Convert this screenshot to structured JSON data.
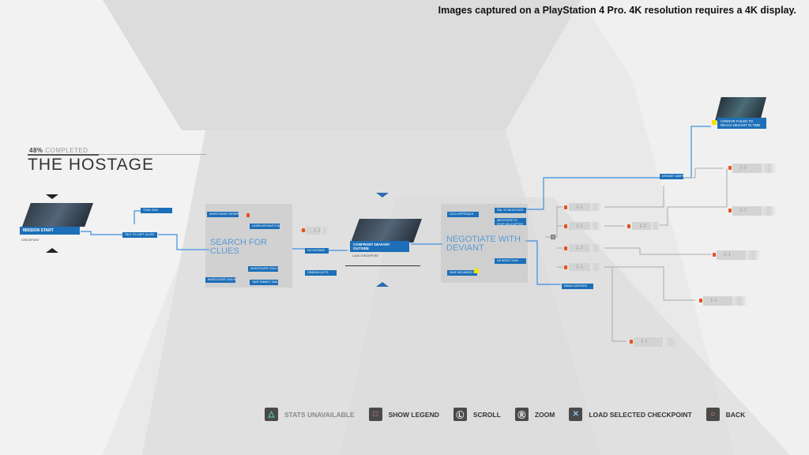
{
  "caption": "Images captured on a PlayStation 4 Pro. 4K resolution requires a 4K display.",
  "chapter": {
    "percent": "48%",
    "completed_label": "COMPLETED",
    "progress": 0.48,
    "title": "THE HOSTAGE"
  },
  "start": {
    "label": "MISSION START",
    "sub": "CHECKPOINT"
  },
  "sections": {
    "search": "SEARCH FOR CLUES",
    "negotiate": "NEGOTIATE WITH DEVIANT"
  },
  "checkpoint": {
    "label": "CONFRONT DEVIANT OUTSIDE",
    "sub": "LOAD CHECKPOINT"
  },
  "ending": {
    "label": "CONNOR FAILED TO REACH DEVIANT IN TIME"
  },
  "nodes": {
    "took_gun": "Took Gun",
    "talk_allen": "Talk to Capt. Allen",
    "father_body": "Investigate Father's Body",
    "learn_name": "Learn Deviant's Name",
    "go_outside": "Go Outside",
    "grab_bullets": "Grab Bullets",
    "investigate_case": "Investigate Gun Case",
    "investigate_room": "Investigate Gun Room",
    "take_tablet": "Take Emma's Tablet",
    "cold_approach": "Cold Approach",
    "fail_negotiate": "Fail to Negotiate",
    "helicopter": "Negotiate to Stop Helicopter",
    "lie_gun": "Lie About Gun",
    "save_officer": "Save Wounded Officer",
    "jumps": "Deviant Jumps with Emma",
    "emma_survived": "Emma Survived",
    "locked": "[...]",
    "locked_short": "[...]"
  },
  "buttons": [
    {
      "icon": "triangle",
      "label": "STATS UNAVAILABLE",
      "color": "#5fd3c6"
    },
    {
      "icon": "square",
      "label": "SHOW LEGEND",
      "color": "#e38fb3"
    },
    {
      "icon": "L",
      "label": "SCROLL",
      "color": "#ffffff"
    },
    {
      "icon": "R",
      "label": "ZOOM",
      "color": "#ffffff"
    },
    {
      "icon": "cross",
      "label": "LOAD SELECTED CHECKPOINT",
      "color": "#8fc1e8"
    },
    {
      "icon": "circle",
      "label": "BACK",
      "color": "#e89a6f"
    }
  ],
  "colors": {
    "accent": "#1c6fb8",
    "lock": "#e8501e",
    "highlight": "#f2e200"
  }
}
